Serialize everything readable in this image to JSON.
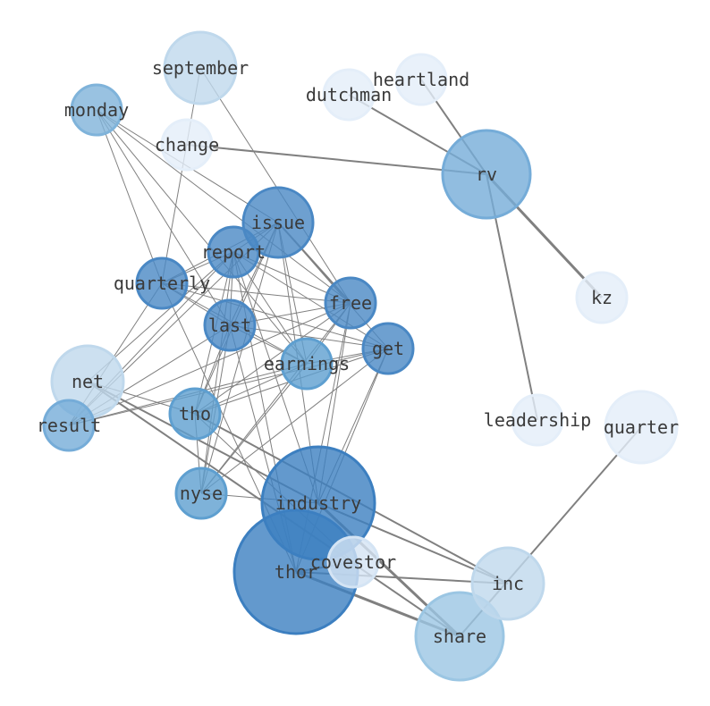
{
  "nodes": [
    {
      "id": "september",
      "label": "september",
      "color": "#bfd8ec"
    },
    {
      "id": "heartland",
      "label": "heartland",
      "color": "#e4eef9"
    },
    {
      "id": "dutchman",
      "label": "dutchman",
      "color": "#e4eef9"
    },
    {
      "id": "monday",
      "label": "monday",
      "color": "#7fb3da"
    },
    {
      "id": "change",
      "label": "change",
      "color": "#e4eef9"
    },
    {
      "id": "rv",
      "label": "rv",
      "color": "#75acd8"
    },
    {
      "id": "issue",
      "label": "issue",
      "color": "#4a88c4"
    },
    {
      "id": "report",
      "label": "report",
      "color": "#4a88c4"
    },
    {
      "id": "quarterly",
      "label": "quarterly",
      "color": "#4a88c4"
    },
    {
      "id": "free",
      "label": "free",
      "color": "#4a88c4"
    },
    {
      "id": "kz",
      "label": "kz",
      "color": "#e4eef9"
    },
    {
      "id": "last",
      "label": "last",
      "color": "#4a88c4"
    },
    {
      "id": "get",
      "label": "get",
      "color": "#4a88c4"
    },
    {
      "id": "earnings",
      "label": "earnings",
      "color": "#5e9fd0"
    },
    {
      "id": "net",
      "label": "net",
      "color": "#bfd8ec"
    },
    {
      "id": "result",
      "label": "result",
      "color": "#75acd8"
    },
    {
      "id": "tho",
      "label": "tho",
      "color": "#5e9fd0"
    },
    {
      "id": "leadership",
      "label": "leadership",
      "color": "#e4eef9"
    },
    {
      "id": "quarter",
      "label": "quarter",
      "color": "#e4eef9"
    },
    {
      "id": "nyse",
      "label": "nyse",
      "color": "#5e9fd0"
    },
    {
      "id": "industry",
      "label": "industry",
      "color": "#3c7fc0"
    },
    {
      "id": "covestor",
      "label": "covestor",
      "color": "#d4e4f4"
    },
    {
      "id": "thor",
      "label": "thor",
      "color": "#3c7fc0"
    },
    {
      "id": "inc",
      "label": "inc",
      "color": "#bfd8ec"
    },
    {
      "id": "share",
      "label": "share",
      "color": "#9bc6e3"
    }
  ],
  "edges": [
    [
      "dutchman",
      "rv",
      2
    ],
    [
      "heartland",
      "rv",
      2
    ],
    [
      "change",
      "rv",
      2
    ],
    [
      "rv",
      "kz",
      3
    ],
    [
      "rv",
      "leadership",
      2
    ],
    [
      "quarter",
      "share",
      2
    ],
    [
      "net",
      "industry",
      2
    ],
    [
      "net",
      "share",
      2
    ],
    [
      "thor",
      "share",
      3
    ],
    [
      "industry",
      "share",
      3
    ],
    [
      "industry",
      "inc",
      2
    ],
    [
      "thor",
      "inc",
      2
    ],
    [
      "tho",
      "inc",
      2
    ],
    [
      "tho",
      "covestor",
      1
    ],
    [
      "covestor",
      "thor",
      2
    ],
    [
      "issue",
      "free",
      2
    ],
    [
      "nyse",
      "industry",
      1
    ],
    [
      "tho",
      "nyse",
      1
    ],
    [
      "september",
      "quarterly",
      1
    ],
    [
      "september",
      "free",
      1
    ],
    [
      "monday",
      "quarterly",
      1
    ],
    [
      "monday",
      "issue",
      1
    ],
    [
      "monday",
      "last",
      1
    ],
    [
      "monday",
      "earnings",
      1
    ],
    [
      "monday",
      "free",
      1
    ],
    [
      "report",
      "quarterly",
      1
    ],
    [
      "report",
      "free",
      1
    ],
    [
      "report",
      "last",
      1
    ],
    [
      "report",
      "get",
      1
    ],
    [
      "report",
      "earnings",
      1
    ],
    [
      "report",
      "tho",
      1
    ],
    [
      "report",
      "nyse",
      1
    ],
    [
      "report",
      "result",
      1
    ],
    [
      "report",
      "net",
      1
    ],
    [
      "report",
      "industry",
      1
    ],
    [
      "report",
      "thor",
      1
    ],
    [
      "issue",
      "quarterly",
      1
    ],
    [
      "issue",
      "last",
      1
    ],
    [
      "issue",
      "get",
      1
    ],
    [
      "issue",
      "earnings",
      1
    ],
    [
      "issue",
      "tho",
      1
    ],
    [
      "issue",
      "nyse",
      1
    ],
    [
      "issue",
      "result",
      1
    ],
    [
      "issue",
      "industry",
      1
    ],
    [
      "issue",
      "report",
      1
    ],
    [
      "quarterly",
      "last",
      1
    ],
    [
      "quarterly",
      "free",
      1
    ],
    [
      "quarterly",
      "get",
      1
    ],
    [
      "quarterly",
      "earnings",
      1
    ],
    [
      "quarterly",
      "result",
      1
    ],
    [
      "quarterly",
      "thor",
      1
    ],
    [
      "free",
      "last",
      1
    ],
    [
      "free",
      "earnings",
      1
    ],
    [
      "free",
      "tho",
      1
    ],
    [
      "free",
      "nyse",
      1
    ],
    [
      "free",
      "industry",
      1
    ],
    [
      "free",
      "thor",
      1
    ],
    [
      "free",
      "result",
      1
    ],
    [
      "last",
      "get",
      1
    ],
    [
      "last",
      "earnings",
      1
    ],
    [
      "last",
      "tho",
      1
    ],
    [
      "last",
      "nyse",
      1
    ],
    [
      "last",
      "result",
      1
    ],
    [
      "last",
      "thor",
      1
    ],
    [
      "get",
      "earnings",
      1
    ],
    [
      "get",
      "tho",
      1
    ],
    [
      "get",
      "result",
      1
    ],
    [
      "get",
      "industry",
      1
    ],
    [
      "get",
      "thor",
      1
    ],
    [
      "get",
      "nyse",
      1
    ],
    [
      "earnings",
      "nyse",
      1
    ],
    [
      "earnings",
      "result",
      1
    ],
    [
      "earnings",
      "tho",
      1
    ],
    [
      "net",
      "tho",
      1
    ]
  ]
}
